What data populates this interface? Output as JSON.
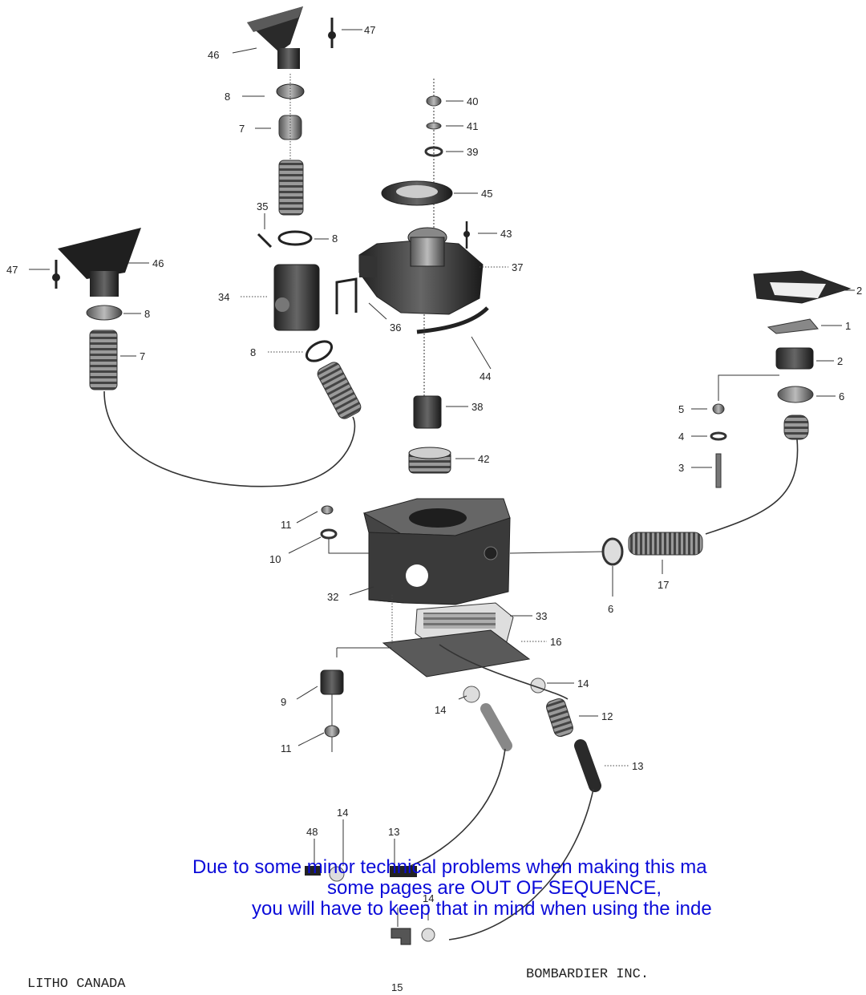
{
  "notice": {
    "line1": "Due to some minor technical problems when making this ma",
    "line2": "some pages are OUT OF SEQUENCE,",
    "line3": "you will have to keep that in mind when using the inde"
  },
  "footer": {
    "left": "LITHO CANADA",
    "right": "BOMBARDIER INC."
  },
  "callouts": {
    "c47a": "47",
    "c46a": "46",
    "c8a": "8",
    "c7a": "7",
    "c40": "40",
    "c41": "41",
    "c39": "39",
    "c45": "45",
    "c43": "43",
    "c35": "35",
    "c8b": "8",
    "c46b": "46",
    "c47b": "47",
    "c37": "37",
    "c34": "34",
    "c8c": "8",
    "c7b": "7",
    "c36": "36",
    "c8d": "8",
    "c44": "44",
    "c2a": "2",
    "c1": "1",
    "c2b": "2",
    "c6a": "6",
    "c5": "5",
    "c4": "4",
    "c3": "3",
    "c38": "38",
    "c42": "42",
    "c11a": "11",
    "c10": "10",
    "c32": "32",
    "c6b": "6",
    "c17": "17",
    "c33": "33",
    "c16": "16",
    "c9": "9",
    "c14a": "14",
    "c14b": "14",
    "c12": "12",
    "c11b": "11",
    "c13a": "13",
    "c48": "48",
    "c14c": "14",
    "c13b": "13",
    "c14d": "14",
    "c15": "15"
  }
}
